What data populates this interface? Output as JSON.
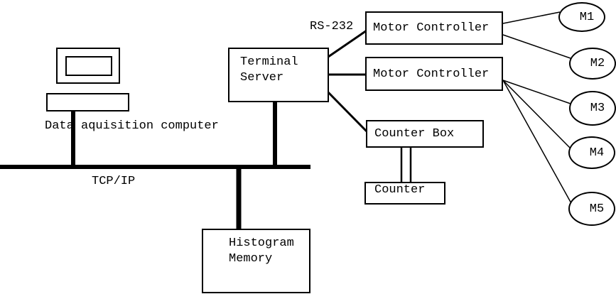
{
  "labels": {
    "data_acquisition": "Data aquisition computer",
    "tcp_ip": "TCP/IP",
    "rs_232": "RS-232"
  },
  "nodes": {
    "terminal_server": {
      "line1": "Terminal",
      "line2": "Server"
    },
    "motor_controller_1": {
      "label": "Motor Controller"
    },
    "motor_controller_2": {
      "label": "Motor Controller"
    },
    "counter_box": {
      "label": "Counter Box"
    },
    "counter": {
      "label": "Counter"
    },
    "histogram_memory": {
      "line1": "Histogram",
      "line2": "Memory"
    }
  },
  "motors": [
    {
      "label": "M1"
    },
    {
      "label": "M2"
    },
    {
      "label": "M3"
    },
    {
      "label": "M4"
    },
    {
      "label": "M5"
    }
  ],
  "colors": {
    "line": "#000000",
    "text": "#000000",
    "background": "#ffffff"
  }
}
